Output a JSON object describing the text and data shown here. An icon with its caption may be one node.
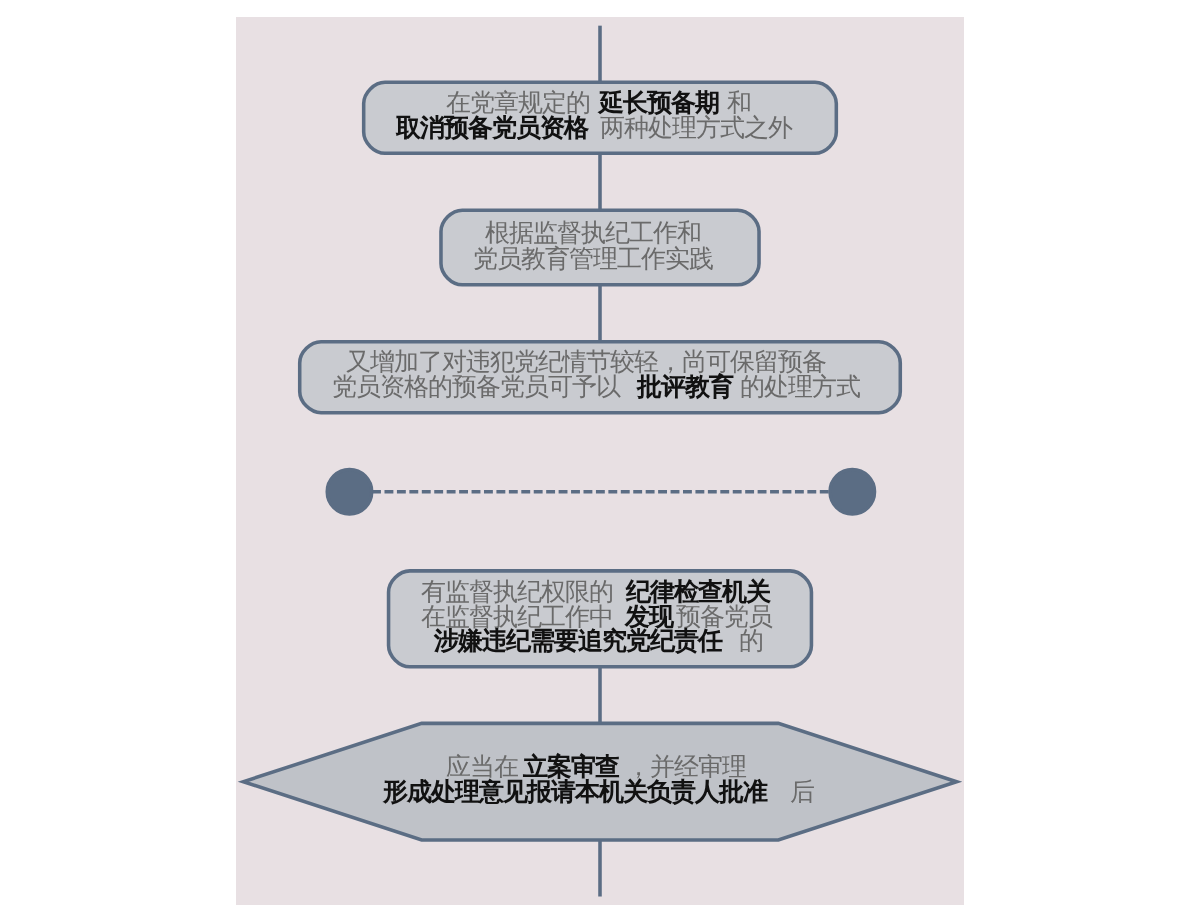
{
  "diagram": {
    "nodes": [
      {
        "text": [
          "在党章规定的**延长预备期**和**取消预备党员资格**两种处理方式之外"
        ]
      },
      {
        "text": [
          "根据监督执纪工作和党员教育管理工作实践"
        ]
      },
      {
        "text": [
          "又增加了对违犯党纪情节较轻，尚可保留预备党员资格的预备党员可予以**批评教育**的处理方式"
        ]
      },
      {
        "text": [],
        "shape": "circle"
      },
      {
        "text": [],
        "shape": "circle"
      },
      {
        "text": [
          "有监督执纪权限的**纪律检查机关**在监督执纪工作中**发现**预备党员**涉嫌违纪需要追究党纪责任**的"
        ]
      },
      {
        "text": [
          "应当在**立案审查**，并经审理**形成处理意见报请本机关负责人批准**后"
        ]
      }
    ],
    "edges": [
      {
        "from": null,
        "to": 0,
        "arrow": "none"
      },
      {
        "from": 0,
        "to": 1,
        "arrow": "none"
      },
      {
        "from": 1,
        "to": 2,
        "arrow": "none"
      },
      {
        "from": 3,
        "to": 4,
        "arrow": "none",
        "style": "dashed"
      },
      {
        "from": 5,
        "to": 6,
        "arrow": "none"
      },
      {
        "from": 6,
        "to": null,
        "arrow": "none"
      }
    ]
  }
}
